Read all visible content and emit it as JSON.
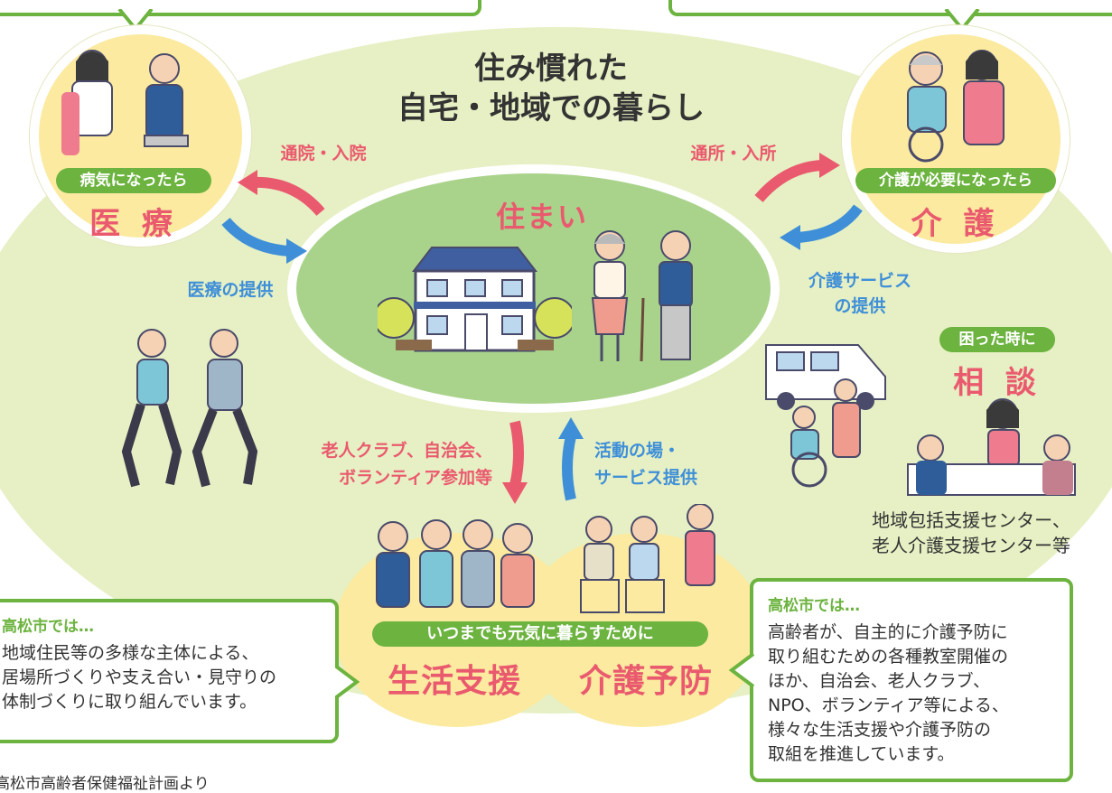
{
  "title": {
    "line1": "住み慣れた",
    "line2": "自宅・地域での暮らし"
  },
  "center": {
    "label": "住まい"
  },
  "medical": {
    "pill": "病気になったら",
    "label": "医 療"
  },
  "care": {
    "pill": "介護が必要になったら",
    "label": "介 護"
  },
  "consult": {
    "pill": "困った時に",
    "label": "相 談",
    "caption_line1": "地域包括支援センター、",
    "caption_line2": "老人介護支援センター等"
  },
  "arrows": {
    "hospital": "通院・入院",
    "medical_provision": "医療の提供",
    "facility": "通所・入所",
    "care_service_line1": "介護サービス",
    "care_service_line2": "の提供",
    "clubs_line1": "老人クラブ、自治会、",
    "clubs_line2": "ボランティア参加等",
    "activity_line1": "活動の場・",
    "activity_line2": "サービス提供"
  },
  "bottom": {
    "pill": "いつまでも元気に暮らすために",
    "support": "生活支援",
    "prevention": "介護予防"
  },
  "callout_left": {
    "title": "高松市では…",
    "body_line1": "地域住民等の多様な主体による、",
    "body_line2": "居場所づくりや支え合い・見守りの",
    "body_line3": "体制づくりに取り組んでいます。"
  },
  "callout_right": {
    "title": "高松市では…",
    "body_line1": "高齢者が、自主的に介護予防に",
    "body_line2": "取り組むための各種教室開催の",
    "body_line3": "ほか、自治会、老人クラブ、",
    "body_line4": "NPO、ボランティア等による、",
    "body_line5": "様々な生活支援や介護予防の",
    "body_line6": "取組を推進しています。"
  },
  "source": "高松市高齢者保健福祉計画より",
  "colors": {
    "green": "#6cb33f",
    "light_green": "#e6f0c4",
    "yellow": "#fbeaa0",
    "red": "#ea5a6e",
    "blue": "#3f8fd8"
  }
}
